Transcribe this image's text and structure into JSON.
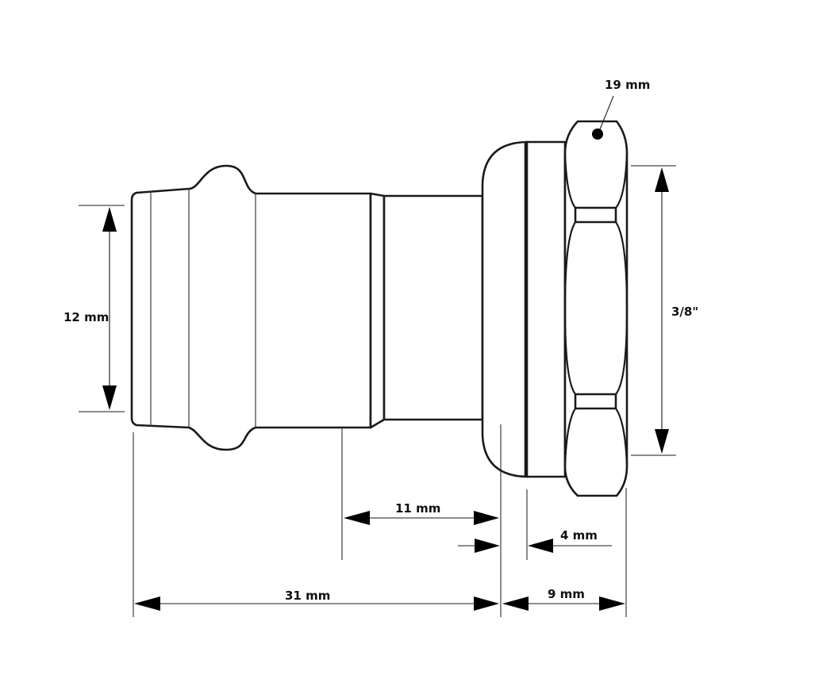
{
  "diagram": {
    "dimensions": {
      "pipe_diameter": "12 mm",
      "wrench_size": "19 mm",
      "thread_size": "3/8\"",
      "press_length": "11 mm",
      "flange_width": "4 mm",
      "total_length": "31 mm",
      "nut_length": "9 mm"
    }
  }
}
